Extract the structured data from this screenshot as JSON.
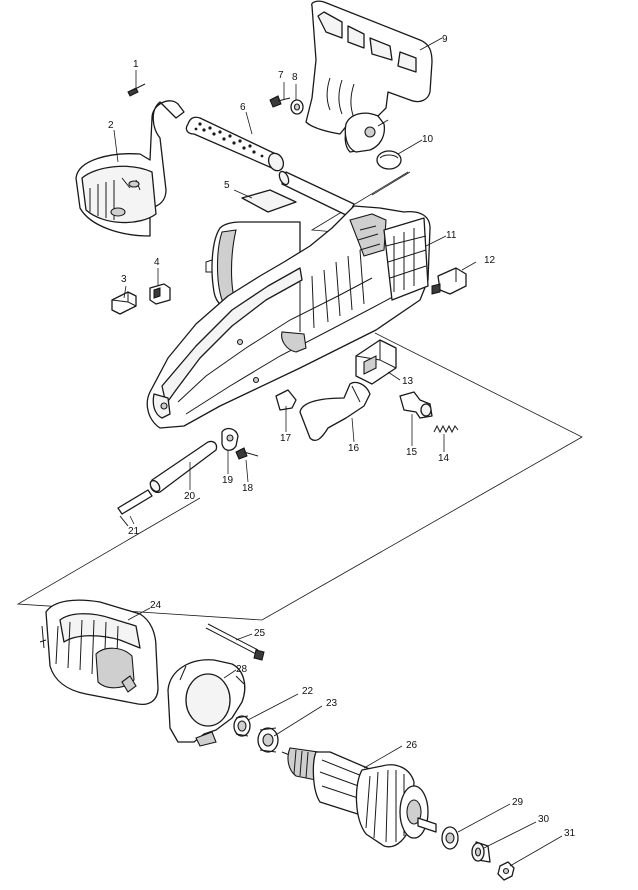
{
  "diagram": {
    "type": "exploded-parts-view",
    "line_color": "#1a1a1a",
    "background": "#ffffff",
    "callouts": [
      "1",
      "2",
      "3",
      "4",
      "5",
      "6",
      "7",
      "8",
      "9",
      "10",
      "11",
      "12",
      "13",
      "14",
      "15",
      "16",
      "17",
      "18",
      "19",
      "20",
      "21",
      "22",
      "23",
      "24",
      "25",
      "26",
      "28",
      "29",
      "30",
      "31"
    ]
  }
}
